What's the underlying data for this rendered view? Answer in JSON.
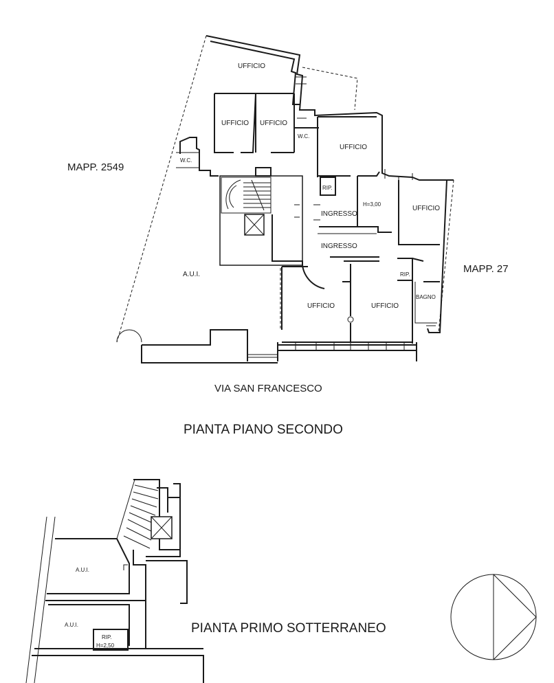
{
  "labels": {
    "mapp_left": "MAPP. 2549",
    "mapp_right": "MAPP. 27",
    "street": "VIA SAN FRANCESCO",
    "title_second": "PIANTA PIANO SECONDO",
    "title_basement": "PIANTA  PRIMO SOTTERRANEO"
  },
  "rooms_second_floor": {
    "ufficio_top": "UFFICIO",
    "ufficio_1": "UFFICIO",
    "ufficio_2": "UFFICIO",
    "wc_1": "W.C.",
    "ufficio_center": "UFFICIO",
    "wc_2": "W.C.",
    "rip_1": "RIP.",
    "ingresso_1": "INGRESSO",
    "height_1": "H=3,00",
    "ufficio_right": "UFFICIO",
    "ingresso_2": "INGRESSO",
    "aui": "A.U.I.",
    "rip_2": "RIP.",
    "bagno": "BAGNO",
    "ufficio_bottom_1": "UFFICIO",
    "ufficio_bottom_2": "UFFICIO"
  },
  "rooms_basement": {
    "aui_1": "A.U.I.",
    "aui_2": "A.U.I.",
    "rip": "RIP.",
    "height": "H=2,50"
  }
}
